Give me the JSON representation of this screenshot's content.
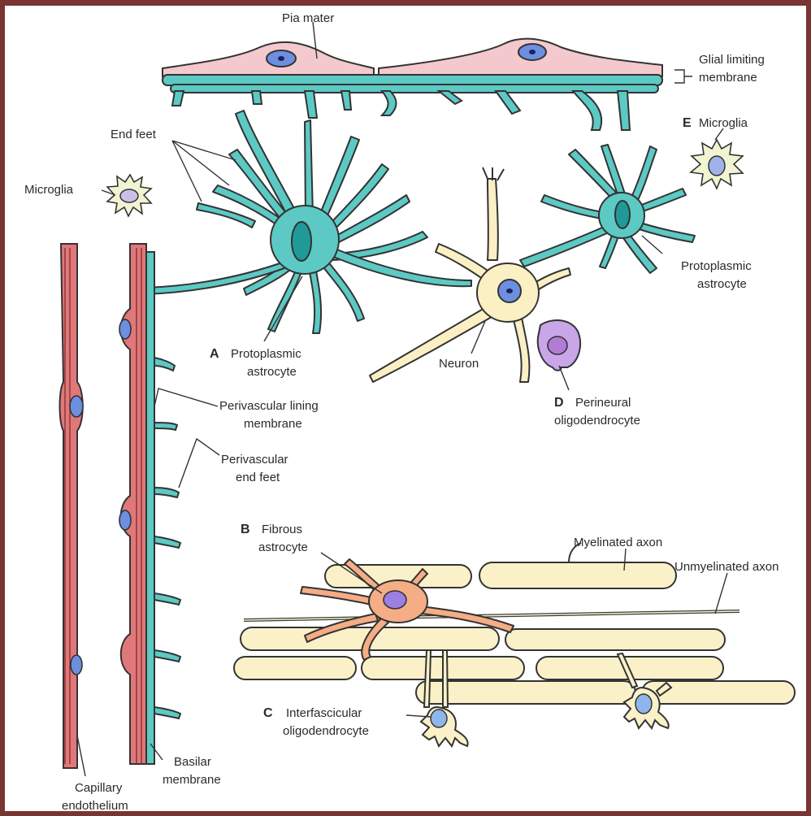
{
  "labels": {
    "pia_mater": "Pia mater",
    "glial_limiting_1": "Glial limiting",
    "glial_limiting_2": "membrane",
    "end_feet": "End feet",
    "microglia_left": "Microglia",
    "microglia_e_letter": "E",
    "microglia_e": "Microglia",
    "proto_a_letter": "A",
    "proto_a_1": "Protoplasmic",
    "proto_a_2": "astrocyte",
    "proto_right_1": "Protoplasmic",
    "proto_right_2": "astrocyte",
    "neuron": "Neuron",
    "d_letter": "D",
    "perineural_1": "Perineural",
    "perineural_2": "oligodendrocyte",
    "perivascular_lining_1": "Perivascular lining",
    "perivascular_lining_2": "membrane",
    "perivascular_endfeet_1": "Perivascular",
    "perivascular_endfeet_2": "end feet",
    "b_letter": "B",
    "fibrous_1": "Fibrous",
    "fibrous_2": "astrocyte",
    "myelinated_axon": "Myelinated axon",
    "unmyelinated_axon": "Unmyelinated axon",
    "c_letter": "C",
    "interfascicular_1": "Interfascicular",
    "interfascicular_2": "oligodendrocyte",
    "basilar_1": "Basilar",
    "basilar_2": "membrane",
    "capillary_1": "Capillary",
    "capillary_2": "endothelium"
  },
  "colors": {
    "frame": "#7a3431",
    "astrocyte": "#5cc9c4",
    "astrocyte_nucleus": "#1f9a98",
    "pia": "#f3c9cd",
    "capillary": "#e0787a",
    "neuron": "#fbefc4",
    "nucleus_blue": "#6c8fe0",
    "microglia": "#f1f4d2",
    "oligo_purple": "#c9a6e8",
    "fibrous": "#f4ad85",
    "axon": "#fbf1c8"
  }
}
